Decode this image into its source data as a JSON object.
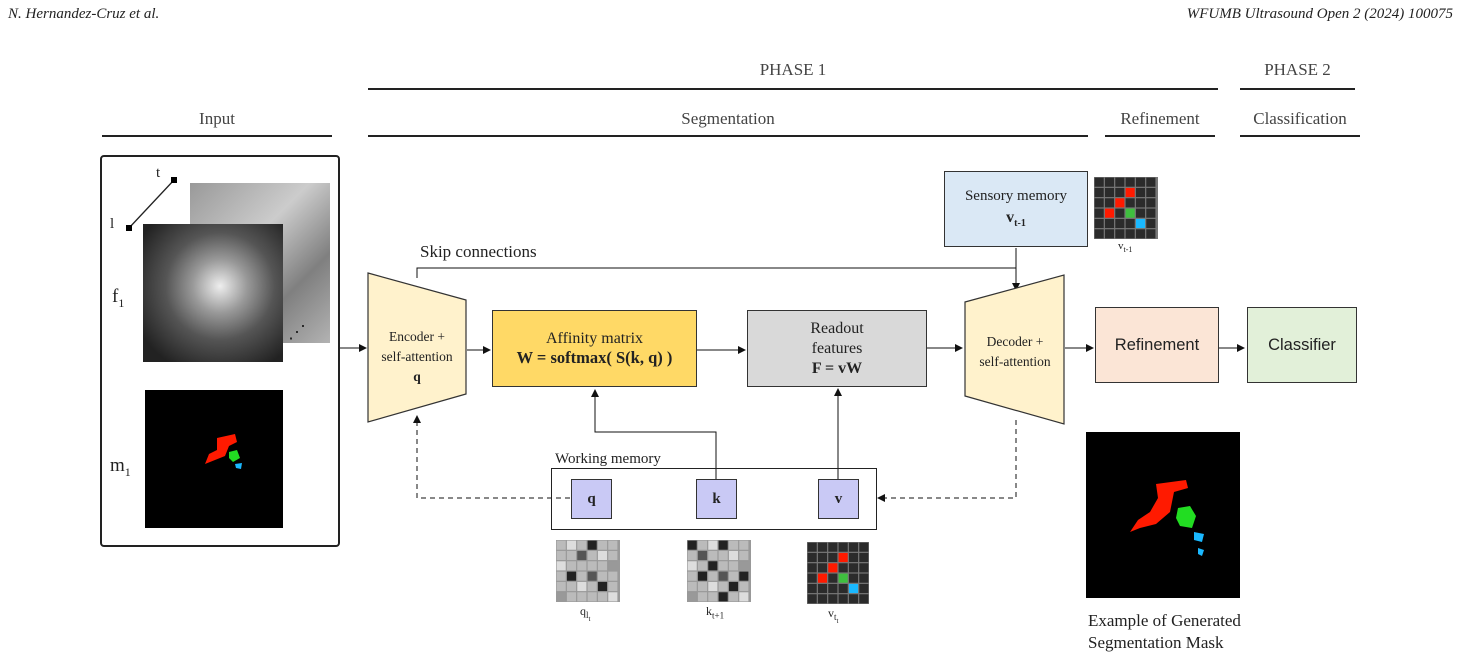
{
  "header": {
    "authors": "N. Hernandez-Cruz et al.",
    "journal": "WFUMB Ultrasound Open 2 (2024) 100075"
  },
  "phases": {
    "phase1": "PHASE 1",
    "phase2": "PHASE 2"
  },
  "sections": {
    "input": "Input",
    "segmentation": "Segmentation",
    "refinement": "Refinement",
    "classification": "Classification"
  },
  "input_panel": {
    "axis_t": "t",
    "axis_l": "l",
    "frame_label": "f",
    "frame_sub": "1",
    "mask_label": "m",
    "mask_sub": "1",
    "ellipsis": "⋰"
  },
  "skip_label": "Skip connections",
  "encoder": {
    "line1": "Encoder +",
    "line2": "self-attention",
    "var": "q"
  },
  "affinity": {
    "line1": "Affinity matrix",
    "line2": "W = softmax( S(k, q) )"
  },
  "readout": {
    "line1": "Readout",
    "line2": "features",
    "line3": "F = vW"
  },
  "decoder": {
    "line1": "Decoder +",
    "line2": "self-attention"
  },
  "sensory": {
    "line1": "Sensory memory",
    "var": "v",
    "var_sub": "t-1",
    "grid_label": "v",
    "grid_sub": "t-1"
  },
  "refinement_box": "Refinement",
  "classifier_box": "Classifier",
  "working_memory": {
    "title": "Working memory",
    "q": "q",
    "k": "k",
    "v": "v"
  },
  "grid_labels": {
    "q": "q",
    "q_sub": "l",
    "q_subsub": "t",
    "k": "k",
    "k_sub": "t+1",
    "v": "v",
    "v_sub": "t",
    "v_subsub": "t"
  },
  "example": {
    "line1": "Example of Generated",
    "line2": "Segmentation Mask"
  },
  "colors": {
    "affinity": "#ffd966",
    "readout": "#d9d9d9",
    "encoder": "#fff2cc",
    "sensory": "#dae8f5",
    "refine": "#fbe5d6",
    "classifier": "#e2f0d9",
    "memory": "#c9c9f5",
    "mask_red": "#ff1a00",
    "mask_green": "#22dd22",
    "mask_cyan": "#1ab8ff"
  }
}
